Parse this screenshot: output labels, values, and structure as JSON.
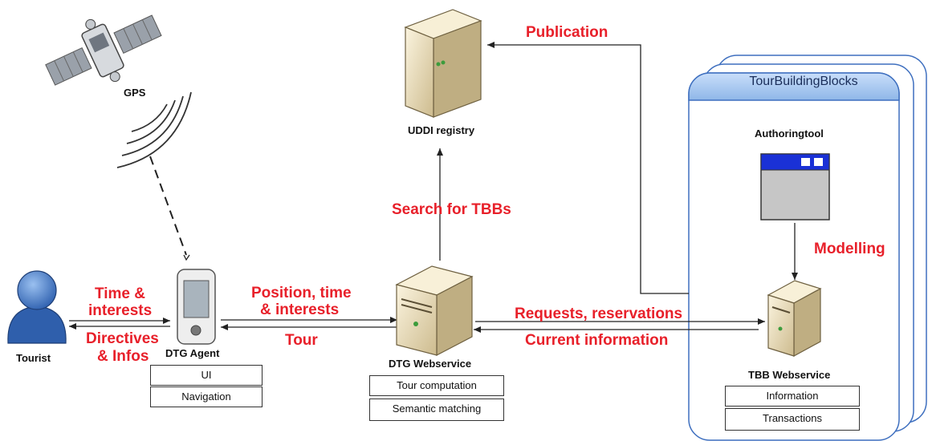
{
  "labels": {
    "gps": "GPS",
    "uddi": "UDDI registry",
    "tourist": "Tourist",
    "dtg_agent": "DTG Agent",
    "dtg_webservice": "DTG  Webservice",
    "authoringtool": "Authoringtool",
    "tbb_webservice": "TBB Webservice",
    "tbb_title": "TourBuildingBlocks"
  },
  "flows": {
    "publication": "Publication",
    "search": "Search for TBBs",
    "time_interests_1": "Time &",
    "time_interests_2": "interests",
    "directives_1": "Directives",
    "directives_2": "& Infos",
    "position_1": "Position, time",
    "position_2": "& interests",
    "tour": "Tour",
    "requests": "Requests, reservations",
    "current": "Current information",
    "modelling": "Modelling"
  },
  "components": {
    "agent": [
      "UI",
      "Navigation"
    ],
    "webservice": [
      "Tour computation",
      "Semantic matching"
    ],
    "tbb": [
      "Information",
      "Transactions"
    ]
  },
  "colors": {
    "flow_label": "#e8202a",
    "tbb_panel": "#3e6fbf",
    "tbb_header": "#9fc4ee"
  }
}
